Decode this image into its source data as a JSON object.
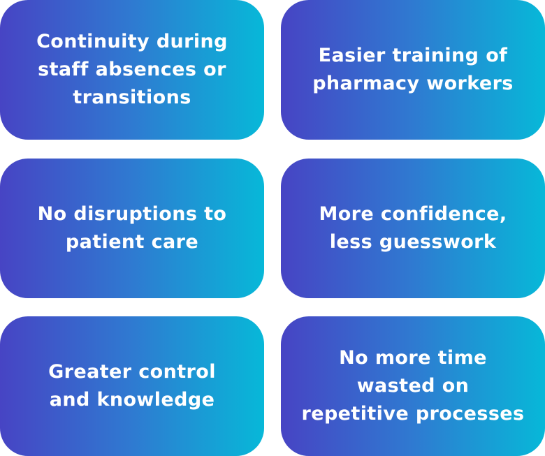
{
  "cards": [
    {
      "lines": [
        "Continuity during",
        "staff absences or",
        "transitions"
      ]
    },
    {
      "lines": [
        "Easier training of",
        "pharmacy workers"
      ]
    },
    {
      "lines": [
        "No disruptions to",
        "patient care"
      ]
    },
    {
      "lines": [
        "More confidence,",
        "less guesswork"
      ]
    },
    {
      "lines": [
        "Greater control",
        "and knowledge"
      ]
    },
    {
      "lines": [
        "No more time",
        "wasted on",
        "repetitive processes"
      ]
    }
  ],
  "colors": {
    "gradient_start": "#4744c4",
    "gradient_mid": "#2f7ad1",
    "gradient_end": "#07b8d8",
    "text": "#ffffff"
  }
}
